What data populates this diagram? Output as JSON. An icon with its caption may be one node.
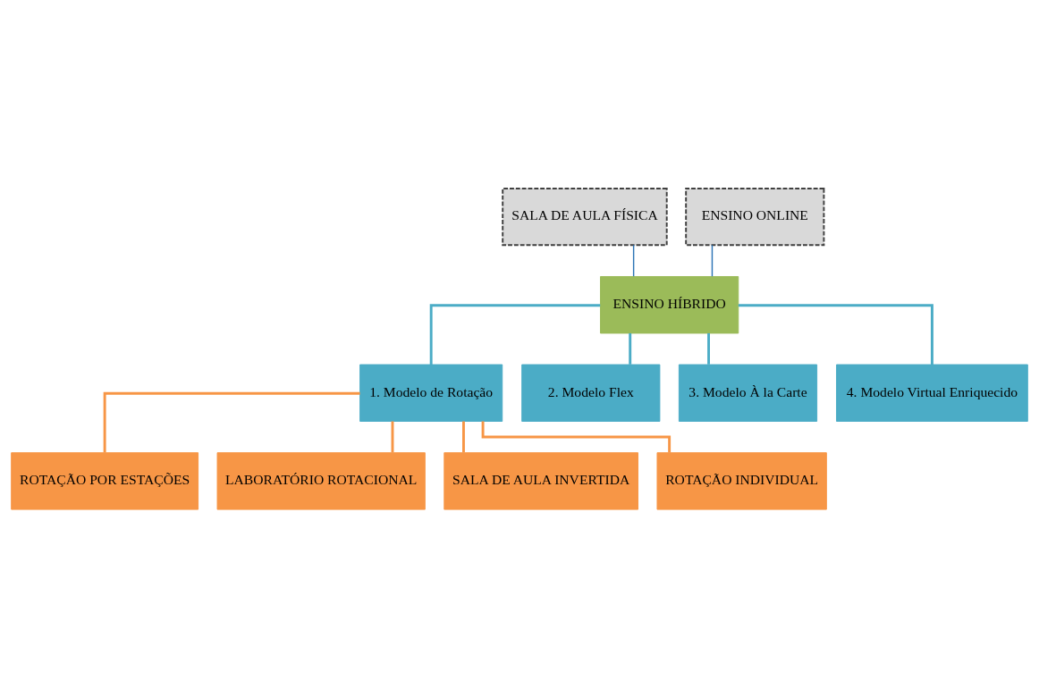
{
  "diagram": {
    "nodes": [
      {
        "text": [
          "SALA DE AULA FÍSICA"
        ]
      },
      {
        "text": [
          "ENSINO ONLINE"
        ]
      },
      {
        "text": [
          "ENSINO HÍBRIDO"
        ]
      },
      {
        "text": [
          "1. Modelo de Rotação"
        ]
      },
      {
        "text": [
          "2. Modelo Flex"
        ]
      },
      {
        "text": [
          "3. Modelo À la Carte"
        ]
      },
      {
        "text": [
          "4. Modelo Virtual Enriquecido"
        ]
      },
      {
        "text": [
          "ROTAÇÃO POR ESTAÇÕES"
        ]
      },
      {
        "text": [
          "LABORATÓRIO ROTACIONAL"
        ]
      },
      {
        "text": [
          "SALA DE AULA INVERTIDA"
        ]
      },
      {
        "text": [
          "ROTAÇÃO INDIVIDUAL"
        ]
      }
    ],
    "edges": [
      {
        "from": 0,
        "to": 2,
        "arrow": "none",
        "color": "#2e75b6"
      },
      {
        "from": 1,
        "to": 2,
        "arrow": "none",
        "color": "#2e75b6"
      },
      {
        "from": 2,
        "to": 3,
        "arrow": "none"
      },
      {
        "from": 2,
        "to": 4,
        "arrow": "none"
      },
      {
        "from": 2,
        "to": 5,
        "arrow": "none"
      },
      {
        "from": 2,
        "to": 6,
        "arrow": "none"
      },
      {
        "from": 3,
        "to": 7,
        "arrow": "none",
        "color": "#f79646"
      },
      {
        "from": 3,
        "to": 8,
        "arrow": "none",
        "color": "#f79646"
      },
      {
        "from": 3,
        "to": 9,
        "arrow": "none",
        "color": "#f79646"
      },
      {
        "from": 3,
        "to": 10,
        "arrow": "none",
        "color": "#f79646"
      }
    ]
  }
}
